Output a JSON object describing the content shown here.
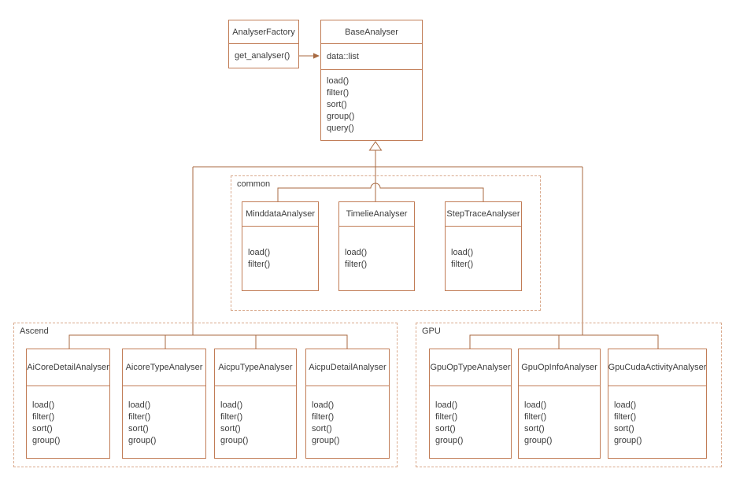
{
  "palette": {
    "box_border": "#c17c56",
    "connector": "#a86a42",
    "group_border": "#d9a98c",
    "text": "#3c3c3c",
    "background": "#ffffff"
  },
  "top": {
    "factory": {
      "name": "AnalyserFactory",
      "methods": [
        "get_analyser()"
      ]
    },
    "base": {
      "name": "BaseAnalyser",
      "attributes": [
        "data::list"
      ],
      "methods": [
        "load()",
        "filter()",
        "sort()",
        "group()",
        "query()"
      ]
    }
  },
  "groups": {
    "common": {
      "label": "common",
      "classes": [
        {
          "name": "MinddataAnalyser",
          "methods": [
            "load()",
            "filter()"
          ]
        },
        {
          "name": "TimelieAnalyser",
          "methods": [
            "load()",
            "filter()"
          ]
        },
        {
          "name": "StepTraceAnalyser",
          "methods": [
            "load()",
            "filter()"
          ]
        }
      ]
    },
    "ascend": {
      "label": "Ascend",
      "classes": [
        {
          "name": "AiCoreDetailAnalyser",
          "methods": [
            "load()",
            "filter()",
            "sort()",
            "group()"
          ]
        },
        {
          "name": "AicoreTypeAnalyser",
          "methods": [
            "load()",
            "filter()",
            "sort()",
            "group()"
          ]
        },
        {
          "name": "AicpuTypeAnalyser",
          "methods": [
            "load()",
            "filter()",
            "sort()",
            "group()"
          ]
        },
        {
          "name": "AicpuDetailAnalyser",
          "methods": [
            "load()",
            "filter()",
            "sort()",
            "group()"
          ]
        }
      ]
    },
    "gpu": {
      "label": "GPU",
      "classes": [
        {
          "name": "GpuOpTypeAnalyser",
          "methods": [
            "load()",
            "filter()",
            "sort()",
            "group()"
          ]
        },
        {
          "name": "GpuOpInfoAnalyser",
          "methods": [
            "load()",
            "filter()",
            "sort()",
            "group()"
          ]
        },
        {
          "name": "GpuCudaActivityAnalyser",
          "methods": [
            "load()",
            "filter()",
            "sort()",
            "group()"
          ]
        }
      ]
    }
  }
}
